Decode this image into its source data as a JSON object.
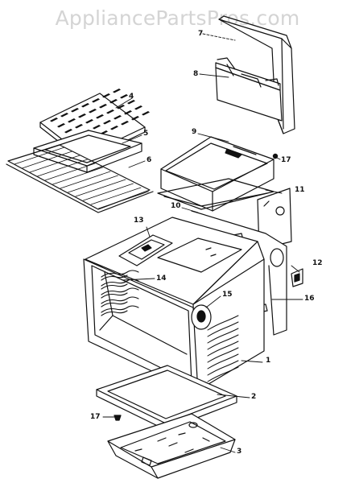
{
  "watermark": "AppliancePartsPros.com",
  "colors": {
    "ink": "#111111",
    "watermark": "#d4d4d4",
    "background": "#ffffff"
  },
  "callouts": {
    "c1": "1",
    "c2": "2",
    "c3": "3",
    "c4": "4",
    "c5": "5",
    "c6": "6",
    "c7": "7",
    "c8": "8",
    "c9": "9",
    "c10": "10",
    "c11": "11",
    "c12": "12",
    "c13": "13",
    "c14": "14",
    "c15": "15",
    "c16": "16",
    "c17a": "17",
    "c17b": "17"
  }
}
